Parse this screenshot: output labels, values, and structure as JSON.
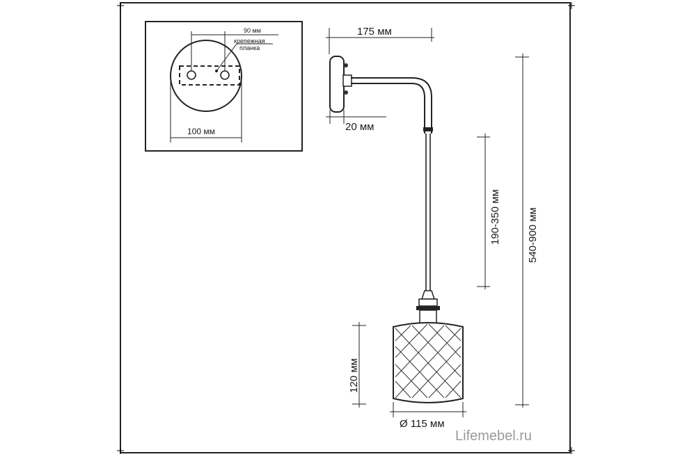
{
  "inset": {
    "top_dim": "90 мм",
    "note_line1": "крепежная",
    "note_line2": "планка",
    "base_dim": "100 мм"
  },
  "dimensions": {
    "arm_length": "175 мм",
    "base_depth": "20 мм",
    "cord_length": "190-350 мм",
    "total_height": "540-900 мм",
    "shade_height": "120 мм",
    "shade_diameter": "Ø 115 мм"
  },
  "watermark": "Lifemebel.ru"
}
